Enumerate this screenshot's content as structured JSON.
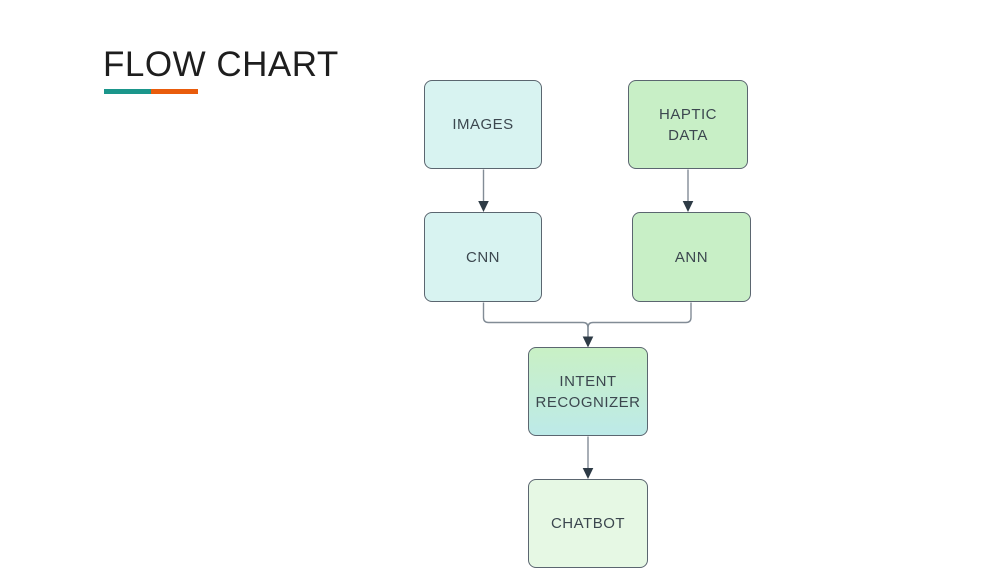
{
  "page": {
    "background": "#ffffff"
  },
  "header": {
    "title": "FLOW CHART",
    "title_color": "#1e1e1e",
    "underline_colors": [
      "#1b968b",
      "#e95c0c"
    ]
  },
  "flowchart": {
    "nodes": [
      {
        "id": "images",
        "label": "IMAGES",
        "fill": "#d8f3f1"
      },
      {
        "id": "haptic-data",
        "label": "HAPTIC\nDATA",
        "fill": "#c8efc6"
      },
      {
        "id": "cnn",
        "label": "CNN",
        "fill": "#d8f3f1"
      },
      {
        "id": "ann",
        "label": "ANN",
        "fill": "#c8efc6"
      },
      {
        "id": "intent-recognizer",
        "label": "INTENT\nRECOGNIZER",
        "fill_top": "#c9f0c5",
        "fill_bottom": "#bdeae8"
      },
      {
        "id": "chatbot",
        "label": "CHATBOT",
        "fill": "#e6f8e4"
      }
    ],
    "edges": [
      {
        "from": "images",
        "to": "cnn"
      },
      {
        "from": "haptic-data",
        "to": "ann"
      },
      {
        "from": "cnn",
        "to": "intent-recognizer"
      },
      {
        "from": "ann",
        "to": "intent-recognizer"
      },
      {
        "from": "intent-recognizer",
        "to": "chatbot"
      }
    ],
    "line_color": "#828c96",
    "arrow_color": "#2e3b46",
    "border_color": "#5b6670",
    "text_color": "#3c474f"
  }
}
